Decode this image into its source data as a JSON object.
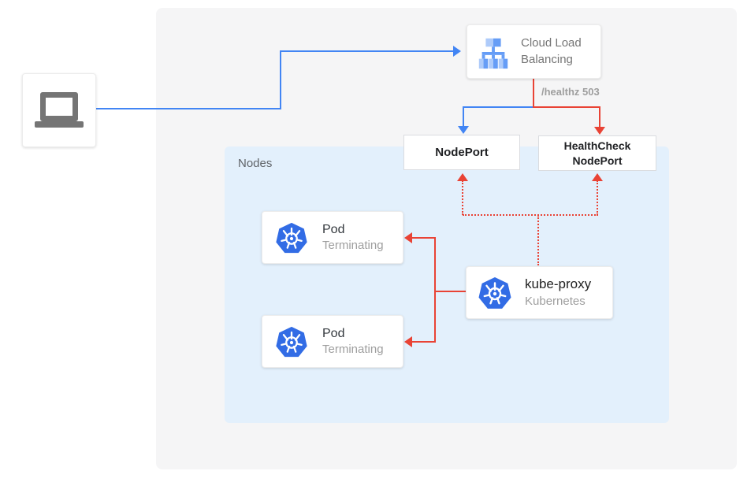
{
  "diagram": {
    "nodes_label": "Nodes",
    "cloud_lb": {
      "line1": "Cloud Load",
      "line2": "Balancing"
    },
    "healthz_label": "/healthz 503",
    "nodeport_label": "NodePort",
    "healthcheck_nodeport": {
      "line1": "HealthCheck",
      "line2": "NodePort"
    },
    "pods": [
      {
        "title": "Pod",
        "status": "Terminating"
      },
      {
        "title": "Pod",
        "status": "Terminating"
      }
    ],
    "kube_proxy": {
      "title": "kube-proxy",
      "subtitle": "Kubernetes"
    }
  },
  "icons": {
    "client": "laptop-icon",
    "cloud_lb": "cloud-load-balancing-icon",
    "pod": "kubernetes-icon",
    "kube_proxy": "kubernetes-icon"
  },
  "colors": {
    "flow_blue": "#4285f4",
    "flow_red": "#e94335",
    "nodes_bg": "#e3f0fc",
    "panel_bg": "#f5f5f6",
    "icon_blue_dark": "#669df6",
    "icon_blue_light": "#aecbfa",
    "kubernetes_blue": "#326ce5"
  }
}
